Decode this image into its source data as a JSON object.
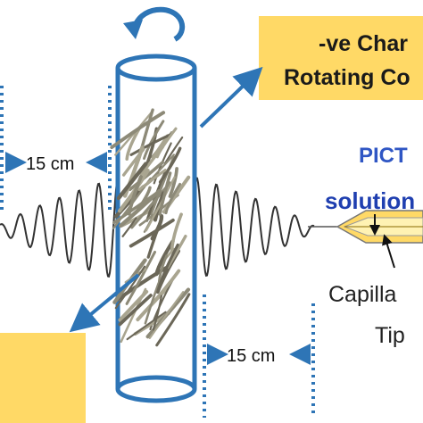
{
  "charge_box": {
    "line1": "-ve Char",
    "line2": "Rotating Co",
    "fill": "#ffd966"
  },
  "spacing_top": "15 cm",
  "spacing_bottom": "15 cm",
  "pict_label": "PICT",
  "solution_label": "solution",
  "capillary": {
    "line1": "Capilla",
    "line2": "Tip"
  },
  "colors": {
    "accent_blue": "#2e75b6",
    "pict_blue": "#2f56c4",
    "solution_blue": "#1f3fb0",
    "box_yellow": "#ffd966",
    "wave": "#333333"
  }
}
